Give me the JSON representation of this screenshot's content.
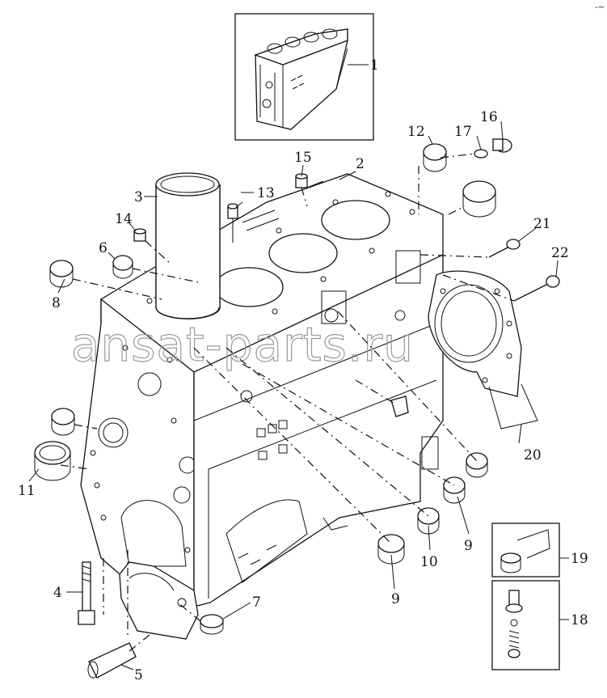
{
  "diagram": {
    "watermark": "ansat-parts.ru",
    "corner_mark": "-~",
    "callouts": [
      {
        "id": "c1",
        "text": "1"
      },
      {
        "id": "c2",
        "text": "2"
      },
      {
        "id": "c3",
        "text": "3"
      },
      {
        "id": "c4",
        "text": "4"
      },
      {
        "id": "c5",
        "text": "5"
      },
      {
        "id": "c6",
        "text": "6"
      },
      {
        "id": "c7",
        "text": "7"
      },
      {
        "id": "c8",
        "text": "8"
      },
      {
        "id": "c9a",
        "text": "9"
      },
      {
        "id": "c9b",
        "text": "9"
      },
      {
        "id": "c10",
        "text": "10"
      },
      {
        "id": "c11",
        "text": "11"
      },
      {
        "id": "c12",
        "text": "12"
      },
      {
        "id": "c13",
        "text": "13"
      },
      {
        "id": "c14",
        "text": "14"
      },
      {
        "id": "c15",
        "text": "15"
      },
      {
        "id": "c16",
        "text": "16"
      },
      {
        "id": "c17",
        "text": "17"
      },
      {
        "id": "c18",
        "text": "18"
      },
      {
        "id": "c19",
        "text": "19"
      },
      {
        "id": "c20",
        "text": "20"
      },
      {
        "id": "c21",
        "text": "21"
      },
      {
        "id": "c22",
        "text": "22"
      }
    ]
  }
}
